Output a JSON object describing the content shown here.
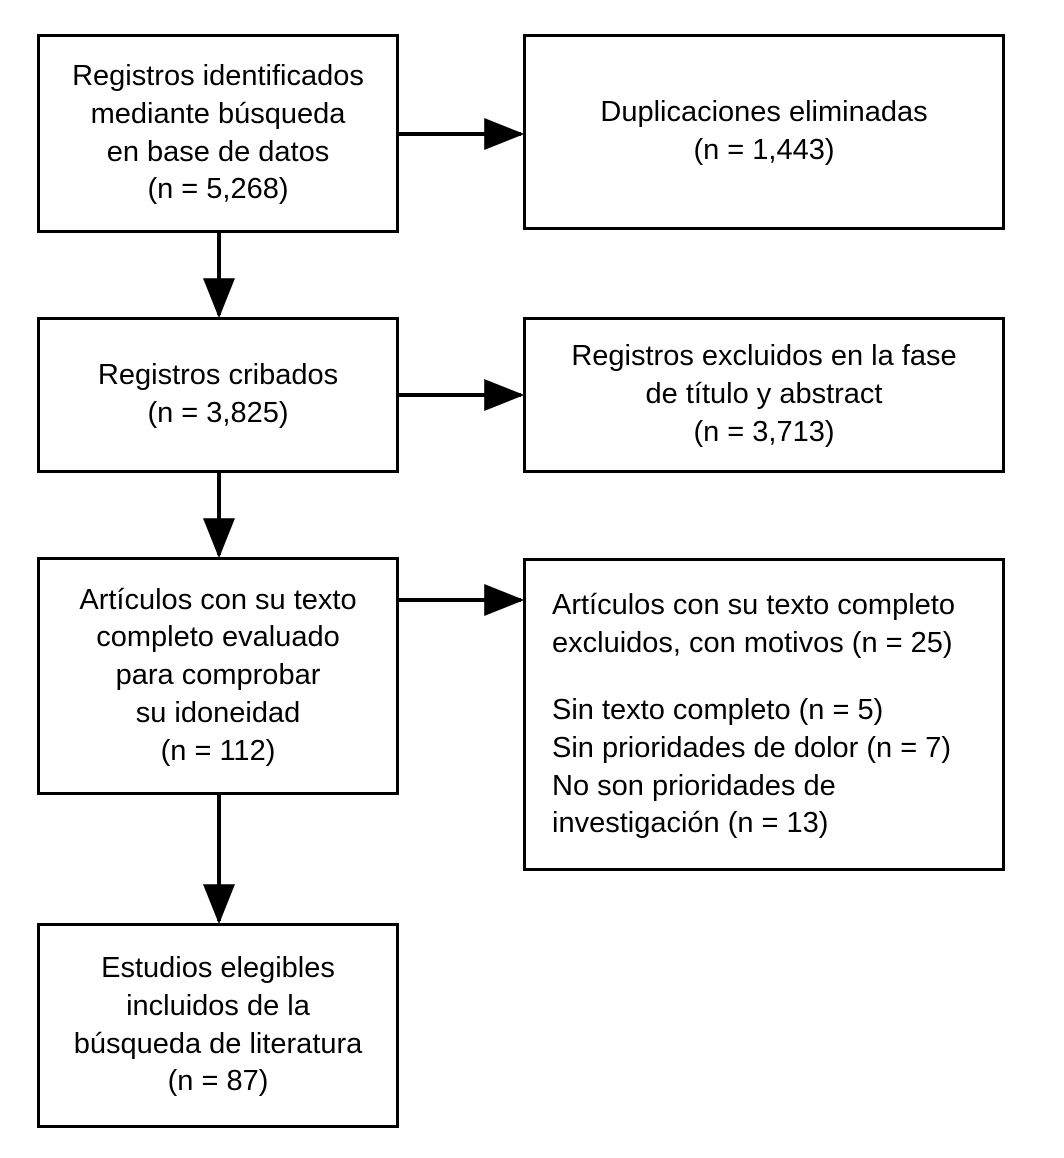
{
  "diagram": {
    "type": "prisma-flow-diagram",
    "language": "es",
    "background_color": "#ffffff",
    "line_color": "#000000",
    "text_color": "#000000"
  },
  "boxes": {
    "identified": {
      "name": "registros-identificados",
      "lines": [
        "Registros identificados",
        "mediante búsqueda",
        "en base de datos",
        "(n = 5,268)"
      ],
      "count": 5268
    },
    "duplicates_removed": {
      "name": "duplicaciones-eliminadas",
      "lines": [
        "Duplicaciones eliminadas",
        "(n = 1,443)"
      ],
      "count": 1443
    },
    "screened": {
      "name": "registros-cribados",
      "lines": [
        "Registros cribados",
        "(n = 3,825)"
      ],
      "count": 3825
    },
    "excluded_title_abstract": {
      "name": "registros-excluidos-titulo-abstract",
      "lines": [
        "Registros excluidos en la fase",
        "de título y abstract",
        "(n = 3,713)"
      ],
      "count": 3713
    },
    "fulltext_assessed": {
      "name": "articulos-texto-completo-evaluados",
      "lines": [
        "Artículos con su texto",
        "completo evaluado",
        "para comprobar",
        "su idoneidad",
        "(n = 112)"
      ],
      "count": 112
    },
    "fulltext_excluded": {
      "name": "articulos-texto-completo-excluidos",
      "heading_lines": [
        "Artículos con su texto completo",
        "excluidos, con motivos (n = 25)"
      ],
      "total_excluded": 25,
      "reasons": [
        {
          "label": "Sin texto completo (n = 5)",
          "count": 5
        },
        {
          "label": "Sin prioridades de dolor (n = 7)",
          "count": 7
        },
        {
          "label": "No son prioridades de",
          "count": null
        },
        {
          "label": "investigación (n = 13)",
          "count": 13
        }
      ]
    },
    "included": {
      "name": "estudios-elegibles-incluidos",
      "lines": [
        "Estudios elegibles",
        "incluidos de la",
        "búsqueda de literatura",
        "(n = 87)"
      ],
      "count": 87
    }
  },
  "connectors": [
    {
      "name": "arrow-identified-to-duplicates",
      "direction": "right"
    },
    {
      "name": "arrow-identified-to-screened",
      "direction": "down"
    },
    {
      "name": "arrow-screened-to-excluded-title-abstract",
      "direction": "right"
    },
    {
      "name": "arrow-screened-to-fulltext",
      "direction": "down"
    },
    {
      "name": "arrow-fulltext-to-fulltext-excluded",
      "direction": "right"
    },
    {
      "name": "arrow-fulltext-to-included",
      "direction": "down"
    }
  ]
}
